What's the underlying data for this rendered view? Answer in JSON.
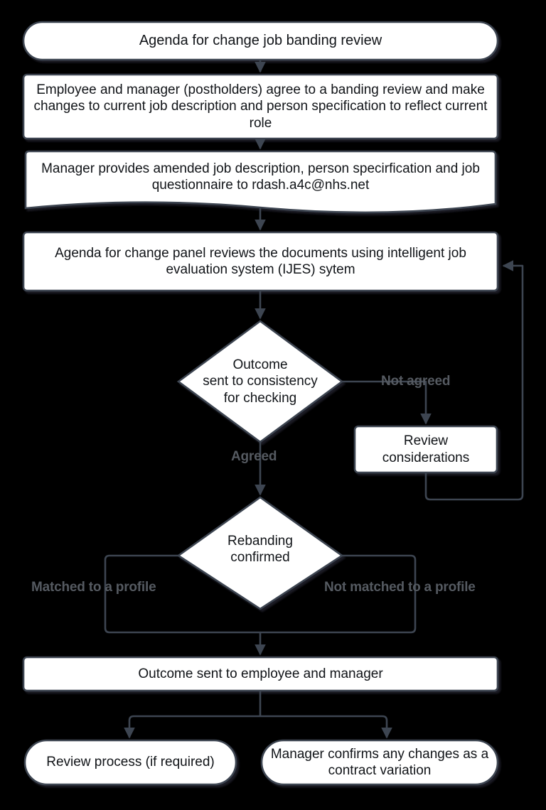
{
  "diagram": {
    "title": "Agenda for change job banding review",
    "type": "flowchart",
    "background": "#000000",
    "stroke_color": "#3d4551",
    "node_fill": "#ffffff",
    "node_text_color": "#111418",
    "edge_label_color": "#555a61",
    "nodes": [
      {
        "id": "start",
        "shape": "terminator",
        "text": "Agenda for change job banding review"
      },
      {
        "id": "agree",
        "shape": "process",
        "text": "Employee and manager (postholders) agree to a banding review and make changes to current job description and person specification to reflect current role"
      },
      {
        "id": "provide",
        "shape": "document",
        "text": "Manager provides amended job description, person specirfication and job questionnaire to rdash.a4c@nhs.net"
      },
      {
        "id": "panel",
        "shape": "process",
        "text": "Agenda for change panel reviews the documents using intelligent job evaluation system (IJES) sytem"
      },
      {
        "id": "outcome",
        "shape": "decision",
        "text": "Outcome\nsent to consistency\nfor checking"
      },
      {
        "id": "review",
        "shape": "process",
        "text": "Review considerations"
      },
      {
        "id": "rebanding",
        "shape": "decision",
        "text": "Rebanding\nconfirmed"
      },
      {
        "id": "sent",
        "shape": "process",
        "text": "Outcome sent to employee and manager"
      },
      {
        "id": "reviewproc",
        "shape": "terminator",
        "text": "Review process (if required)"
      },
      {
        "id": "contract",
        "shape": "terminator",
        "text": "Manager confirms any changes as a contract variation"
      }
    ],
    "edges": [
      {
        "id": "e1",
        "from": "start",
        "to": "agree",
        "label": ""
      },
      {
        "id": "e2",
        "from": "agree",
        "to": "provide",
        "label": ""
      },
      {
        "id": "e3",
        "from": "provide",
        "to": "panel",
        "label": ""
      },
      {
        "id": "e4",
        "from": "panel",
        "to": "outcome",
        "label": ""
      },
      {
        "id": "e5",
        "from": "outcome",
        "to": "review",
        "label": "Not agreed"
      },
      {
        "id": "e6",
        "from": "outcome",
        "to": "rebanding",
        "label": "Agreed"
      },
      {
        "id": "e7",
        "from": "review",
        "to": "panel",
        "label": ""
      },
      {
        "id": "e8",
        "from": "rebanding",
        "to": "sent",
        "label": "Matched to a profile"
      },
      {
        "id": "e9",
        "from": "rebanding",
        "to": "sent",
        "label": "Not matched to a profile"
      },
      {
        "id": "e10",
        "from": "sent",
        "to": "reviewproc",
        "label": ""
      },
      {
        "id": "e11",
        "from": "sent",
        "to": "contract",
        "label": ""
      }
    ]
  }
}
